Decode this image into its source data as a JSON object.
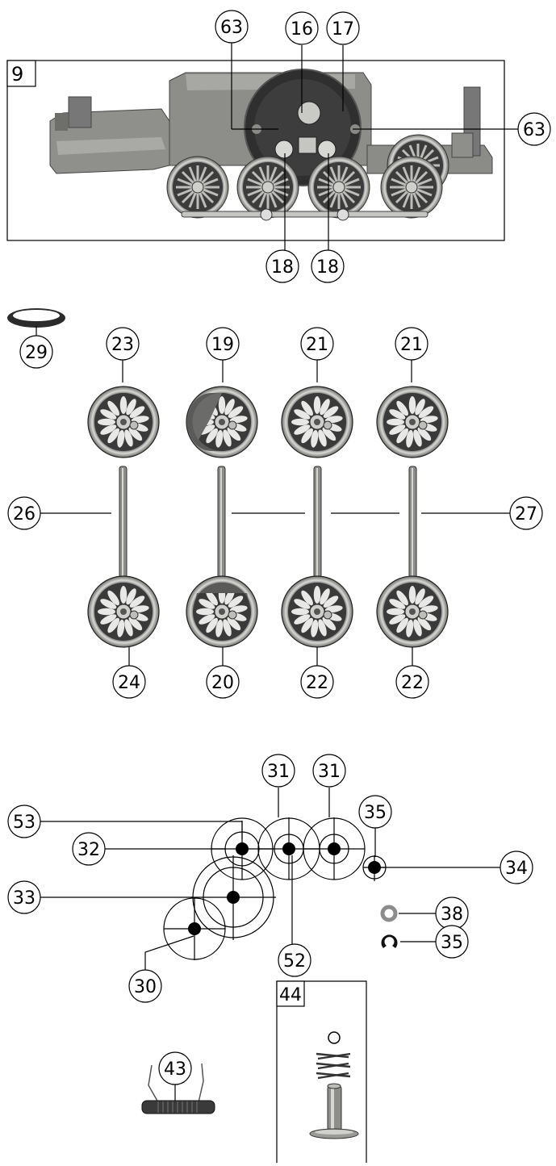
{
  "frames": {
    "chassis": "9",
    "coupling": "44"
  },
  "callouts": {
    "c63a": "63",
    "c16": "16",
    "c17": "17",
    "c63b": "63",
    "c18a": "18",
    "c18b": "18",
    "c29": "29",
    "c23": "23",
    "c19": "19",
    "c21a": "21",
    "c21b": "21",
    "c26": "26",
    "c27": "27",
    "c24": "24",
    "c20": "20",
    "c22a": "22",
    "c22b": "22",
    "c31a": "31",
    "c31b": "31",
    "c53": "53",
    "c35a": "35",
    "c32": "32",
    "c34": "34",
    "c33": "33",
    "c38": "38",
    "c35b": "35",
    "c52": "52",
    "c30": "30",
    "c43": "43"
  },
  "colors": {
    "line": "#000000",
    "chassis_body": "#8a8a86",
    "chassis_dark": "#4d4d4a",
    "wheel_rim": "#9c9c98",
    "wheel_face": "#3e3e3e",
    "gear_hub": "#000000"
  }
}
